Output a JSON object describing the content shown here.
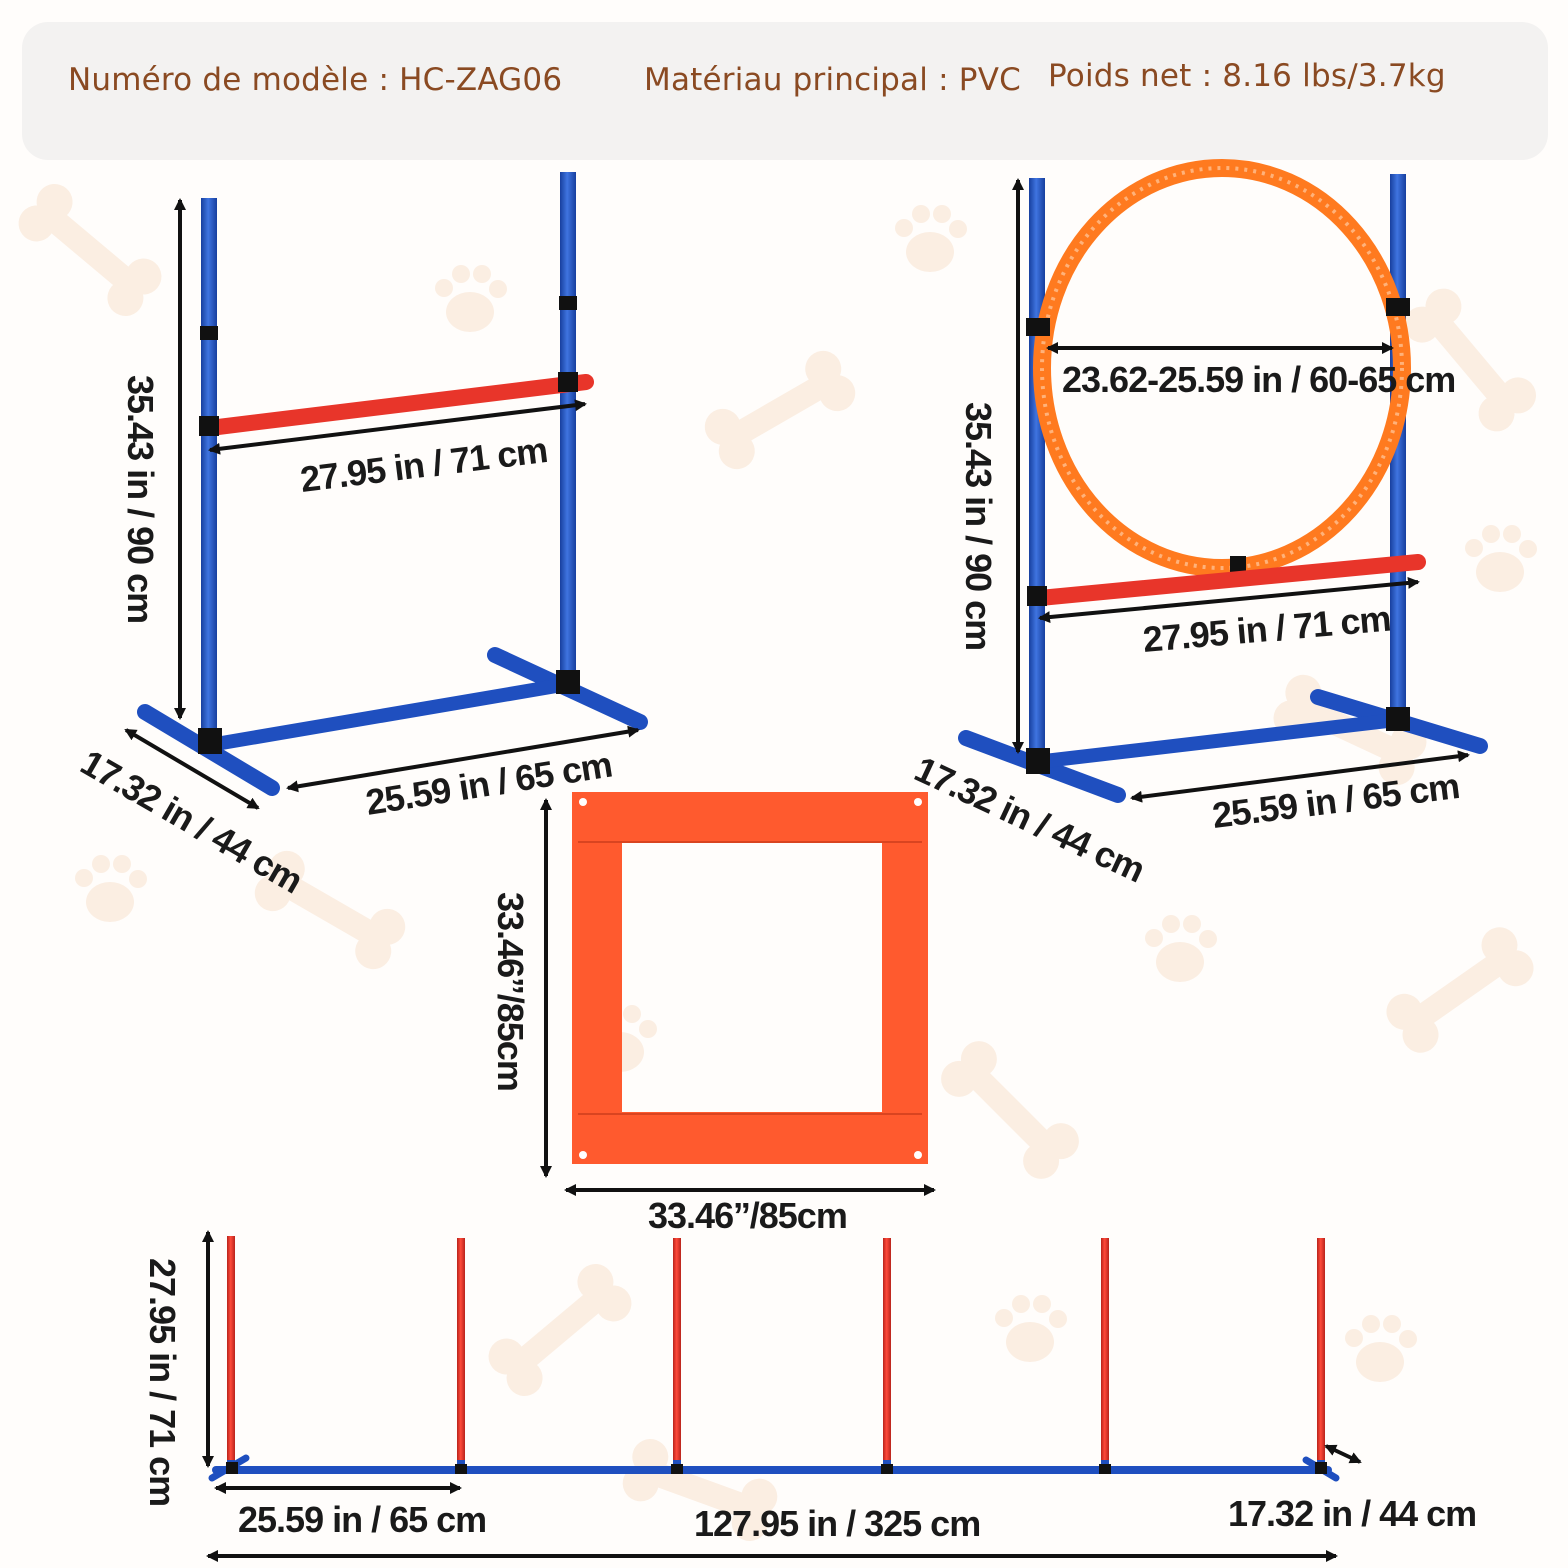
{
  "specs": {
    "model": "Numéro de modèle : HC-ZAG06",
    "material": "Matériau principal : PVC",
    "weight": "Poids net : 8.16 lbs/3.7kg"
  },
  "hurdle": {
    "height": "35.43 in / 90 cm",
    "bar_width": "27.95 in / 71 cm",
    "base_width": "25.59 in / 65 cm",
    "base_depth": "17.32 in / 44 cm"
  },
  "hoop_jump": {
    "hoop_diameter": "23.62-25.59 in / 60-65 cm",
    "height": "35.43 in / 90 cm",
    "bar_width": "27.95 in / 71 cm",
    "base_width": "25.59 in / 65 cm",
    "base_depth": "17.32 in / 44 cm"
  },
  "pause_box": {
    "height": "33.46’’/85cm",
    "width": "33.46’’/85cm"
  },
  "weave_poles": {
    "pole_height": "27.95 in / 71 cm",
    "spacing": "25.59 in / 65 cm",
    "total_length": "127.95 in / 325 cm",
    "base_depth": "17.32 in / 44 cm"
  },
  "colors": {
    "pole_blue": "#1f4fbf",
    "bar_red": "#e8352a",
    "hoop_orange": "#ff7a1f",
    "panel_orange": "#ff5a2e",
    "spec_text": "#8a4a22"
  }
}
